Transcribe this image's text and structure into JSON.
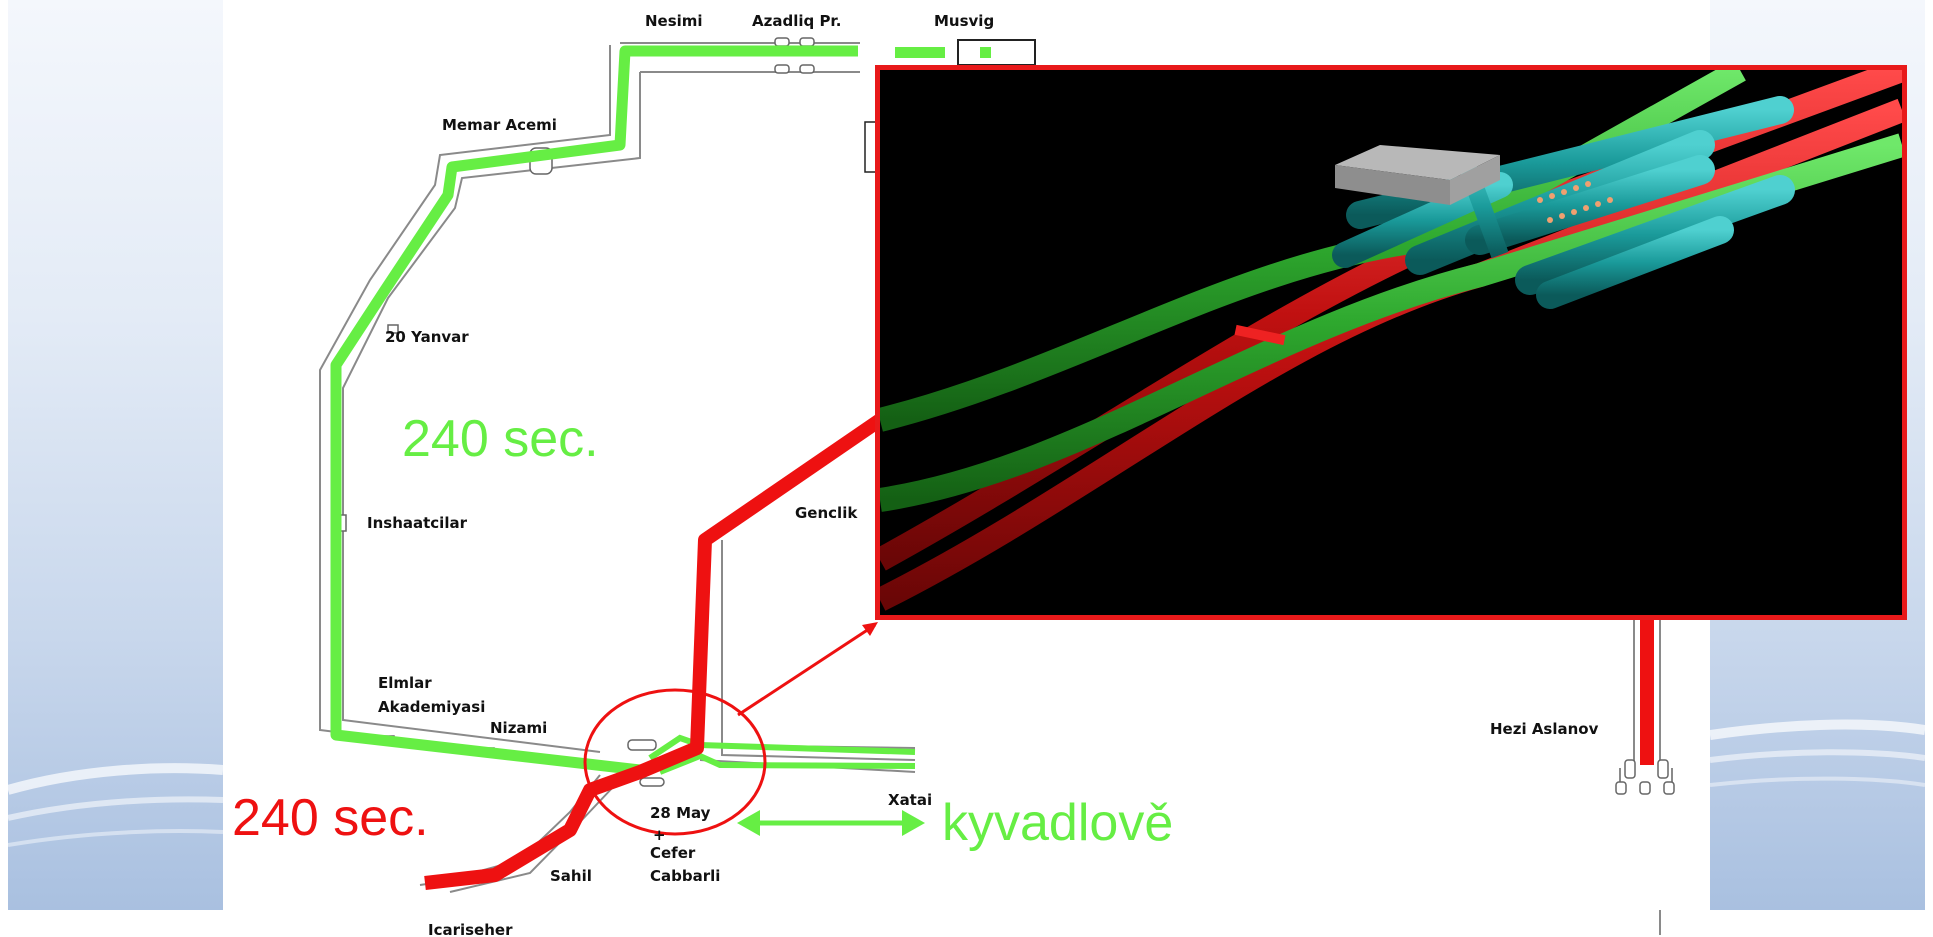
{
  "stations": {
    "nesimi": "Nesimi",
    "azadliq": "Azadliq Pr.",
    "musvig": "Musvig",
    "memar_acemi": "Memar Acemi",
    "yanvar": "20 Yanvar",
    "inshaatcilar": "Inshaatcilar",
    "genclik": "Genclik",
    "elmlar_line1": "Elmlar",
    "elmlar_line2": "Akademiyasi",
    "nizami": "Nizami",
    "xatai": "Xatai",
    "may_line1": "28 May",
    "may_line2": "+",
    "may_line3": "Cefer",
    "may_line4": "Cabbarli",
    "sahil": "Sahil",
    "icariseher": "Icariseher",
    "hezi_aslanov": "Hezi Aslanov"
  },
  "annotations": {
    "green_interval": "240 sec.",
    "red_interval": "240 sec.",
    "shuttle": "kyvadlově"
  },
  "colors": {
    "green_line": "#66ee44",
    "red_line": "#ee1111",
    "inset_border": "#e8191a",
    "tunnel_cyan": "#1aa5a5",
    "inset_background": "#000000"
  }
}
